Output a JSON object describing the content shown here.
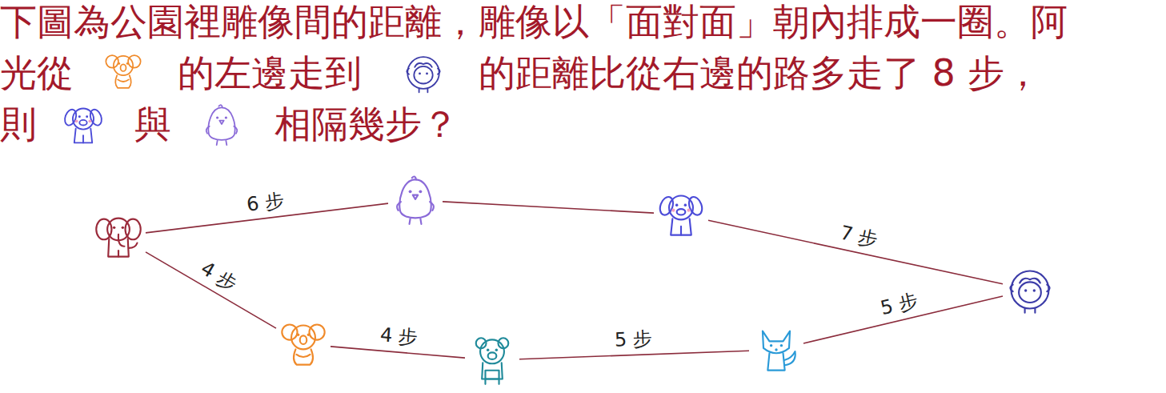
{
  "diagram": {
    "nodes": [
      {
        "text": []
      },
      {
        "text": []
      },
      {
        "text": []
      },
      {
        "text": []
      },
      {
        "text": []
      },
      {
        "text": []
      },
      {
        "text": []
      }
    ],
    "edges": [
      {
        "from": 0,
        "to": 1,
        "arrow": "none",
        "label": "6 步"
      },
      {
        "from": 1,
        "to": 2,
        "arrow": "none"
      },
      {
        "from": 2,
        "to": 3,
        "arrow": "none",
        "label": "7 步"
      },
      {
        "from": 3,
        "to": 4,
        "arrow": "none",
        "label": "5 步"
      },
      {
        "from": 4,
        "to": 5,
        "arrow": "none",
        "label": "5 步"
      },
      {
        "from": 5,
        "to": 6,
        "arrow": "none",
        "label": "4 步"
      },
      {
        "from": 6,
        "to": 0,
        "arrow": "none",
        "label": "4 步"
      }
    ],
    "labels": [
      "下圖為公園裡雕像間的距離，雕像以「面對面」朝內排成一圈。阿",
      "光從",
      "的左邊走到",
      "的距離比從右邊的路多走了 8 步，",
      "則",
      "與",
      "相隔幾步？"
    ]
  }
}
